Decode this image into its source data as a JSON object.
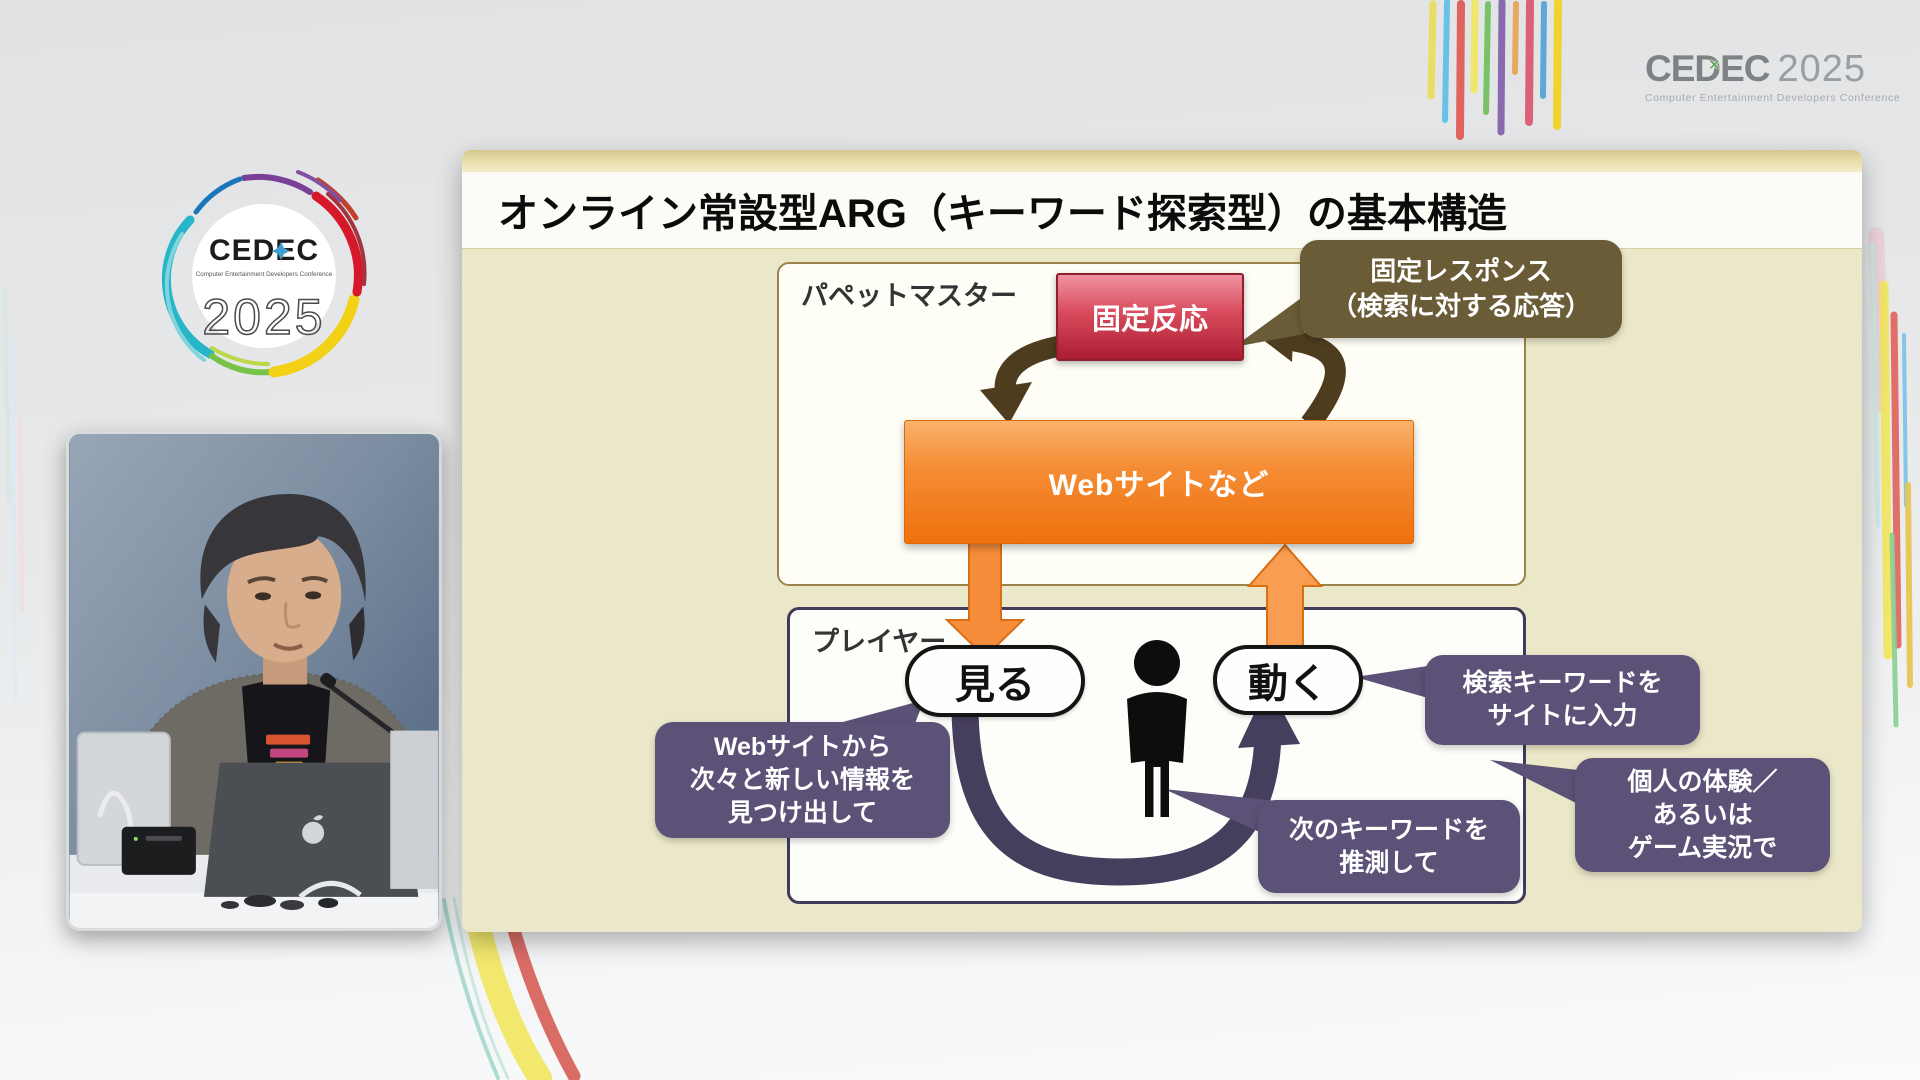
{
  "branding": {
    "brand": "CEDEC",
    "year": "2025",
    "subtitle": "Computer Entertainment Developers Conference"
  },
  "slide": {
    "title": "オンライン常設型ARG（キーワード探索型）の基本構造",
    "puppet": {
      "label": "パペットマスター",
      "fixed_reaction": "固定反応",
      "website": "Webサイトなど",
      "response_note_line1": "固定レスポンス",
      "response_note_line2": "（検索に対する応答）"
    },
    "player": {
      "label": "プレイヤー",
      "see": "見る",
      "move": "動く",
      "note_see_line1": "Webサイトから",
      "note_see_line2": "次々と新しい情報を",
      "note_see_line3": "見つけ出して",
      "note_input_line1": "検索キーワードを",
      "note_input_line2": "サイトに入力",
      "note_guess_line1": "次のキーワードを",
      "note_guess_line2": "推測して",
      "note_share_line1": "個人の体験／",
      "note_share_line2": "あるいは",
      "note_share_line3": "ゲーム実況で"
    }
  },
  "colors": {
    "red_box": "#c2293c",
    "orange_box": "#f1760f",
    "brown_note": "#6a5c36",
    "purple_note": "#5c5176",
    "purple_arrow": "#453e5c",
    "brown_arrow": "#4e3c1e",
    "slide_body": "#ebe7c9"
  }
}
